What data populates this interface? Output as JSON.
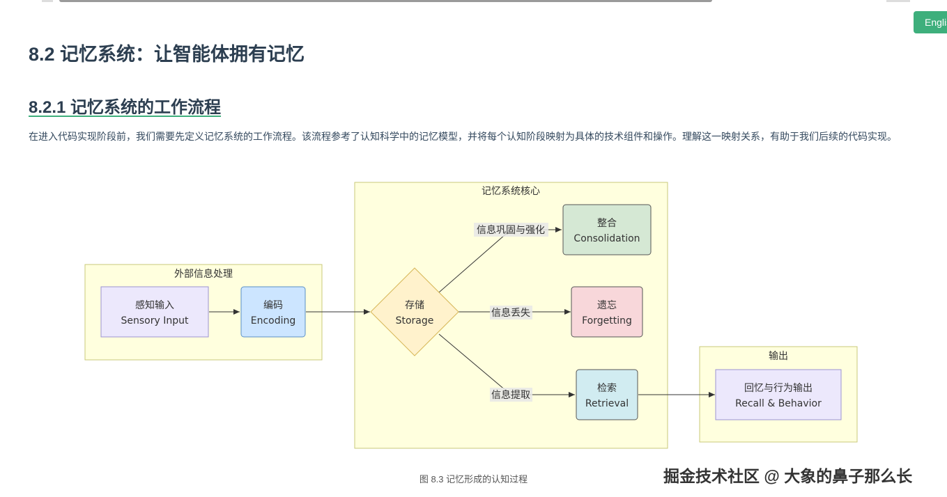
{
  "language_button": "English",
  "heading": "8.2 记忆系统：让智能体拥有记忆",
  "subheading": "8.2.1 记忆系统的工作流程",
  "paragraph": "在进入代码实现阶段前，我们需要先定义记忆系统的工作流程。该流程参考了认知科学中的记忆模型，并将每个认知阶段映射为具体的技术组件和操作。理解这一映射关系，有助于我们后续的代码实现。",
  "diagram": {
    "groups": {
      "external": "外部信息处理",
      "core": "记忆系统核心",
      "output": "输出"
    },
    "nodes": {
      "sensory": {
        "zh": "感知输入",
        "en": "Sensory Input"
      },
      "encoding": {
        "zh": "编码",
        "en": "Encoding"
      },
      "storage": {
        "zh": "存储",
        "en": "Storage"
      },
      "consolidation": {
        "zh": "整合",
        "en": "Consolidation"
      },
      "forgetting": {
        "zh": "遗忘",
        "en": "Forgetting"
      },
      "retrieval": {
        "zh": "检索",
        "en": "Retrieval"
      },
      "recall": {
        "zh": "回忆与行为输出",
        "en": "Recall & Behavior"
      }
    },
    "edges": {
      "consolidate": "信息巩固与强化",
      "lose": "信息丢失",
      "extract": "信息提取"
    },
    "colors": {
      "group_fill": "#ffffde",
      "group_stroke": "#c9c97a",
      "sensory_fill": "#ece8fc",
      "encoding_fill": "#cce5ff",
      "storage_fill": "#fff2cc",
      "consolidation_fill": "#d5e8d4",
      "forgetting_fill": "#f8d7da",
      "retrieval_fill": "#d1ecf1",
      "recall_fill": "#ece8fc"
    }
  },
  "caption": "图 8.3 记忆形成的认知过程",
  "watermark": "掘金技术社区 @ 大象的鼻子那么长"
}
